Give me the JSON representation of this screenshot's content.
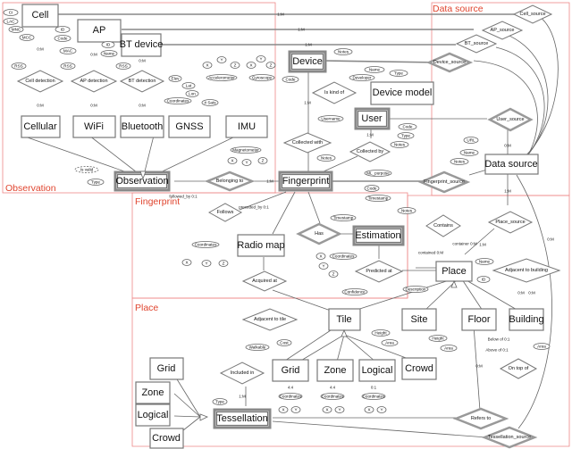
{
  "title": "ER diagram of indoor positioning fingerprint data model",
  "regions": [
    {
      "id": "observation",
      "label": "Observation"
    },
    {
      "id": "data_source",
      "label": "Data source"
    },
    {
      "id": "fingerprint",
      "label": "Fingerprint"
    },
    {
      "id": "place",
      "label": "Place"
    }
  ],
  "entities": [
    {
      "id": "cell",
      "label": "Cell"
    },
    {
      "id": "ap",
      "label": "AP"
    },
    {
      "id": "bt_device",
      "label": "BT device"
    },
    {
      "id": "device",
      "label": "Device",
      "weak": true
    },
    {
      "id": "device_model",
      "label": "Device model"
    },
    {
      "id": "cellular",
      "label": "Cellular"
    },
    {
      "id": "wifi",
      "label": "WiFi"
    },
    {
      "id": "bluetooth",
      "label": "Bluetooth"
    },
    {
      "id": "gnss",
      "label": "GNSS"
    },
    {
      "id": "imu",
      "label": "IMU"
    },
    {
      "id": "user",
      "label": "User",
      "weak": true
    },
    {
      "id": "data_source",
      "label": "Data source"
    },
    {
      "id": "observation",
      "label": "Observation",
      "weak": true
    },
    {
      "id": "fingerprint",
      "label": "Fingerprint",
      "weak": true
    },
    {
      "id": "radio_map",
      "label": "Radio map"
    },
    {
      "id": "estimation",
      "label": "Estimation",
      "weak": true
    },
    {
      "id": "place",
      "label": "Place"
    },
    {
      "id": "tile",
      "label": "Tile"
    },
    {
      "id": "site",
      "label": "Site"
    },
    {
      "id": "floor",
      "label": "Floor"
    },
    {
      "id": "building",
      "label": "Building"
    },
    {
      "id": "tile_grid",
      "label": "Grid"
    },
    {
      "id": "tile_zone",
      "label": "Zone"
    },
    {
      "id": "tile_logical",
      "label": "Logical"
    },
    {
      "id": "tile_crowd",
      "label": "Crowd"
    },
    {
      "id": "tess_grid",
      "label": "Grid"
    },
    {
      "id": "tess_zone",
      "label": "Zone"
    },
    {
      "id": "tess_logical",
      "label": "Logical"
    },
    {
      "id": "tess_crowd",
      "label": "Crowd"
    },
    {
      "id": "tessellation",
      "label": "Tessellation",
      "weak": true
    }
  ],
  "relationships": [
    {
      "id": "cell_detection",
      "label": "Cell detection"
    },
    {
      "id": "ap_detection",
      "label": "AP detection"
    },
    {
      "id": "bt_detection",
      "label": "BT detection"
    },
    {
      "id": "is_kind_of",
      "label": "Is kind of"
    },
    {
      "id": "collected_with",
      "label": "Collected with"
    },
    {
      "id": "collected_by",
      "label": "Collected by"
    },
    {
      "id": "belonging_to",
      "label": "Belonging to",
      "identifying": true
    },
    {
      "id": "cell_source",
      "label": "Cell_source"
    },
    {
      "id": "ap_source",
      "label": "AP_source"
    },
    {
      "id": "bt_source",
      "label": "BT_source"
    },
    {
      "id": "device_source",
      "label": "Device_source",
      "identifying": true
    },
    {
      "id": "user_source",
      "label": "User_source",
      "identifying": true
    },
    {
      "id": "fingerprint_source",
      "label": "Fingerprint_source",
      "identifying": true
    },
    {
      "id": "follows",
      "label": "Follows"
    },
    {
      "id": "has",
      "label": "Has",
      "identifying": true
    },
    {
      "id": "acquired_at",
      "label": "Acquired at"
    },
    {
      "id": "predicted_at",
      "label": "Predicted at"
    },
    {
      "id": "contains",
      "label": "Contains"
    },
    {
      "id": "place_source",
      "label": "Place_source"
    },
    {
      "id": "adjacent_to_building",
      "label": "Adjacent to building"
    },
    {
      "id": "adjacent_to_tile",
      "label": "Adjacent to tile"
    },
    {
      "id": "included_in",
      "label": "Included in"
    },
    {
      "id": "on_top_of",
      "label": "On top of"
    },
    {
      "id": "refers_to",
      "label": "Refers to",
      "identifying": true
    },
    {
      "id": "tessellation_source",
      "label": "Tessellation_source",
      "identifying": true
    }
  ],
  "attributes": {
    "cell": [
      "CI",
      "LAC",
      "MNC",
      "MCC"
    ],
    "ap": [
      "ID",
      "Code",
      "MAC"
    ],
    "bt_device": [
      "ID",
      "Name"
    ],
    "cell_detection": [
      "RSS"
    ],
    "ap_detection": [
      "RSS"
    ],
    "bt_detection": [
      "RSS"
    ],
    "gnss": [
      "Coordinates",
      "Elev",
      "Lat",
      "Lon",
      "# Sats"
    ],
    "imu": [
      "Accelerometer",
      "X",
      "Y",
      "Z",
      "Gyroscope",
      "X",
      "Y",
      "Z",
      "Magnetometer",
      "X",
      "Y",
      "Z"
    ],
    "device": [
      "Notes",
      "Code"
    ],
    "device_model": [
      "Name",
      "Type",
      "Developer"
    ],
    "user": [
      "Username",
      "Code",
      "Type",
      "Notes"
    ],
    "data_source": [
      "URL",
      "Name",
      "Notes"
    ],
    "observation": [
      "Is valid",
      "Type"
    ],
    "fingerprint": [
      "Notes",
      "ML_purpose",
      "Code",
      "Timestamp"
    ],
    "radio_map": [
      "Coordinates",
      "X",
      "Y",
      "Z"
    ],
    "estimation": [
      "Timestamp",
      "Notes",
      "Coordinates",
      "X",
      "Y",
      "Z"
    ],
    "predicted_at": [
      "Confidence"
    ],
    "place": [
      "Name",
      "ID",
      "Description"
    ],
    "adjacent_to_tile": [
      "Walkable",
      "Cost"
    ],
    "site": [
      "Height",
      "Area"
    ],
    "floor": [
      "Height",
      "Area"
    ],
    "building": [
      "Area"
    ],
    "tile_grid": [
      "Coordinates",
      "X",
      "Y"
    ],
    "tile_zone": [
      "Coordinates",
      "X",
      "Y"
    ],
    "tile_logical": [
      "Coordinates",
      "X",
      "Y"
    ],
    "tessellation": [
      "Type"
    ]
  },
  "role_labels": {
    "followed_by": "followed_by 0:1",
    "preceded_by": "preceded_by 0:1",
    "container": "container 0:M",
    "contained": "contained 0:M",
    "below_of": "Below of 0:1",
    "above_of": "Above of 0:1"
  },
  "cardinalities": [
    "1:M",
    "0:M",
    "0:1",
    "4:4"
  ]
}
